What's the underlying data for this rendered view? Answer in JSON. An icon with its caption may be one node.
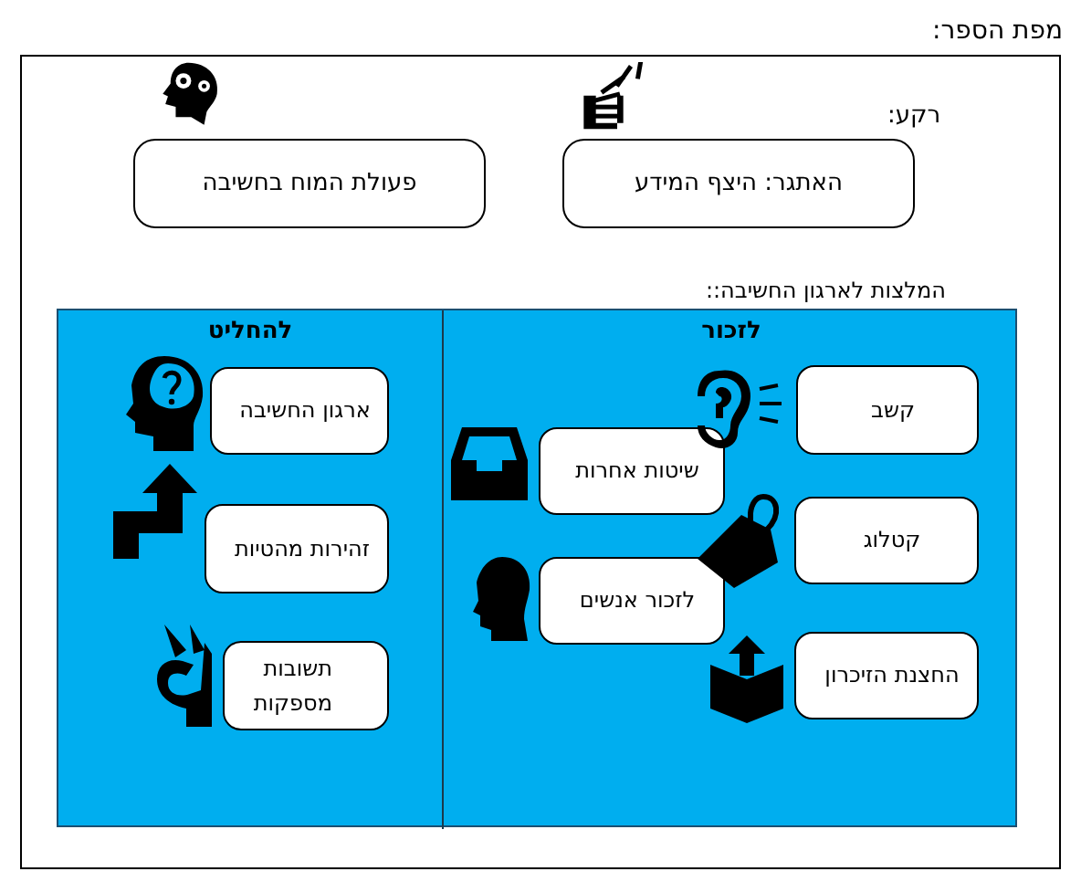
{
  "diagram": {
    "nodes": [
      {
        "text": [
          "מפת הספר:"
        ]
      },
      {
        "text": [
          "האתגר: היצף המידע"
        ],
        "in": 0
      },
      {
        "text": [
          "פעולת המוח בחשיבה"
        ],
        "in": 0
      },
      {
        "text": [
          "המלצות לארגון החשיבה::"
        ],
        "in": 0
      },
      {
        "text": [
          "לזכור"
        ],
        "in": 3
      },
      {
        "text": [
          "להחליט"
        ],
        "in": 3
      },
      {
        "text": [
          "קשב"
        ],
        "in": 4
      },
      {
        "text": [
          "שיטות אחרות"
        ],
        "in": 4
      },
      {
        "text": [
          "קטלוג"
        ],
        "in": 4
      },
      {
        "text": [
          "לזכור אנשים"
        ],
        "in": 4
      },
      {
        "text": [
          "החצנת הזיכרון"
        ],
        "in": 4
      },
      {
        "text": [
          "ארגון החשיבה"
        ],
        "in": 5
      },
      {
        "text": [
          "זהירות מהטיות"
        ],
        "in": 5
      },
      {
        "text": [
          "תשובות מספקות"
        ],
        "in": 5
      }
    ],
    "labels": [
      "רקע:"
    ]
  }
}
